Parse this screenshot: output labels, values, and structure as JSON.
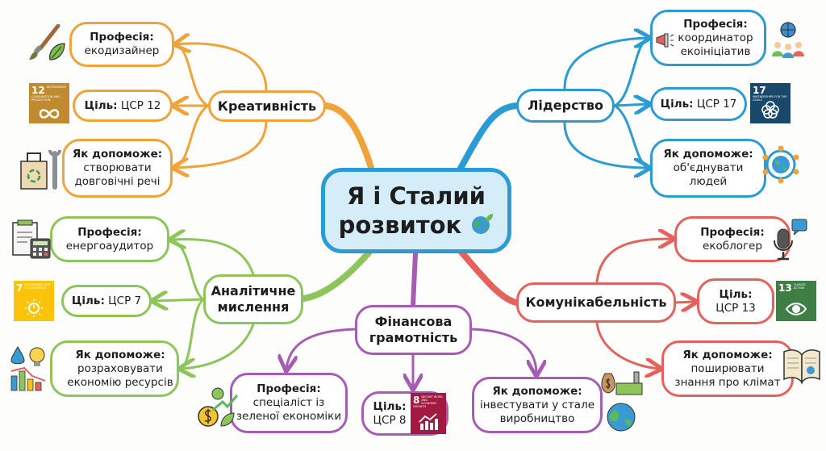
{
  "center": {
    "line1": "Я і Сталий",
    "line2": "розвиток",
    "icon": "globe-leaf-icon"
  },
  "colors": {
    "creativity": "#f0a33a",
    "leadership": "#2a9bd3",
    "analytics": "#8dc55a",
    "communication": "#e5625c",
    "finance": "#a65cb2",
    "center_fill": "#d5ecf9"
  },
  "branches": {
    "creativity": {
      "hub": "Креативність",
      "profession": {
        "label": "Професія:",
        "text": "екодизайнер",
        "icon": "paintbrush-leaf-icon"
      },
      "goal": {
        "label": "Ціль:",
        "text": "ЦСР 12",
        "sdg_number": "12",
        "sdg_caption": "Responsible consumption and production",
        "sdg_color": "#bf8b2e"
      },
      "help": {
        "label": "Як допоможе:",
        "text": "створювати\nдовговічні речі",
        "icon": "recycle-bag-wrench-icon"
      }
    },
    "leadership": {
      "hub": "Лідерство",
      "profession": {
        "label": "Професія:",
        "text": "координатор\nекоініціатив",
        "icon": "megaphone-people-globe-icon"
      },
      "goal": {
        "label": "Ціль:",
        "text": "ЦСР 17",
        "sdg_number": "17",
        "sdg_caption": "Partnerships for the goals",
        "sdg_color": "#19486a"
      },
      "help": {
        "label": "Як допоможе:",
        "text": "об'єднувати\nлюдей",
        "icon": "people-network-globe-icon"
      }
    },
    "analytics": {
      "hub": "Аналітичне\nмислення",
      "profession": {
        "label": "Професія:",
        "text": "енергоаудитор",
        "icon": "calculator-report-icon"
      },
      "goal": {
        "label": "Ціль:",
        "text": "ЦСР 7",
        "sdg_number": "7",
        "sdg_caption": "Affordable and clean energy",
        "sdg_color": "#fcc30b"
      },
      "help": {
        "label": "Як допоможе:",
        "text": "розраховувати\nекономію ресурсів",
        "icon": "water-bulb-chart-icon"
      }
    },
    "communication": {
      "hub": "Комунікабельність",
      "profession": {
        "label": "Професія:",
        "text": "екоблогер",
        "icon": "microphone-chat-icon"
      },
      "goal": {
        "label": "Ціль:",
        "text": "ЦСР 13",
        "sdg_number": "13",
        "sdg_caption": "Climate action",
        "sdg_color": "#3f7e44"
      },
      "help": {
        "label": "Як допоможе:",
        "text": "поширювати\nзнання про клімат",
        "icon": "open-book-icon"
      }
    },
    "finance": {
      "hub": "Фінансова\nграмотність",
      "profession": {
        "label": "Професія:",
        "text": "спеціаліст із\nзеленої економіки",
        "icon": "coins-growth-icon"
      },
      "goal": {
        "label": "Ціль:",
        "text": "ЦСР 8",
        "sdg_number": "8",
        "sdg_caption": "Decent work and economic growth",
        "sdg_color": "#a21942"
      },
      "help": {
        "label": "Як допоможе:",
        "text": "інвестувати у стале\nвиробництво",
        "icon": "money-factory-earth-icon"
      }
    }
  }
}
